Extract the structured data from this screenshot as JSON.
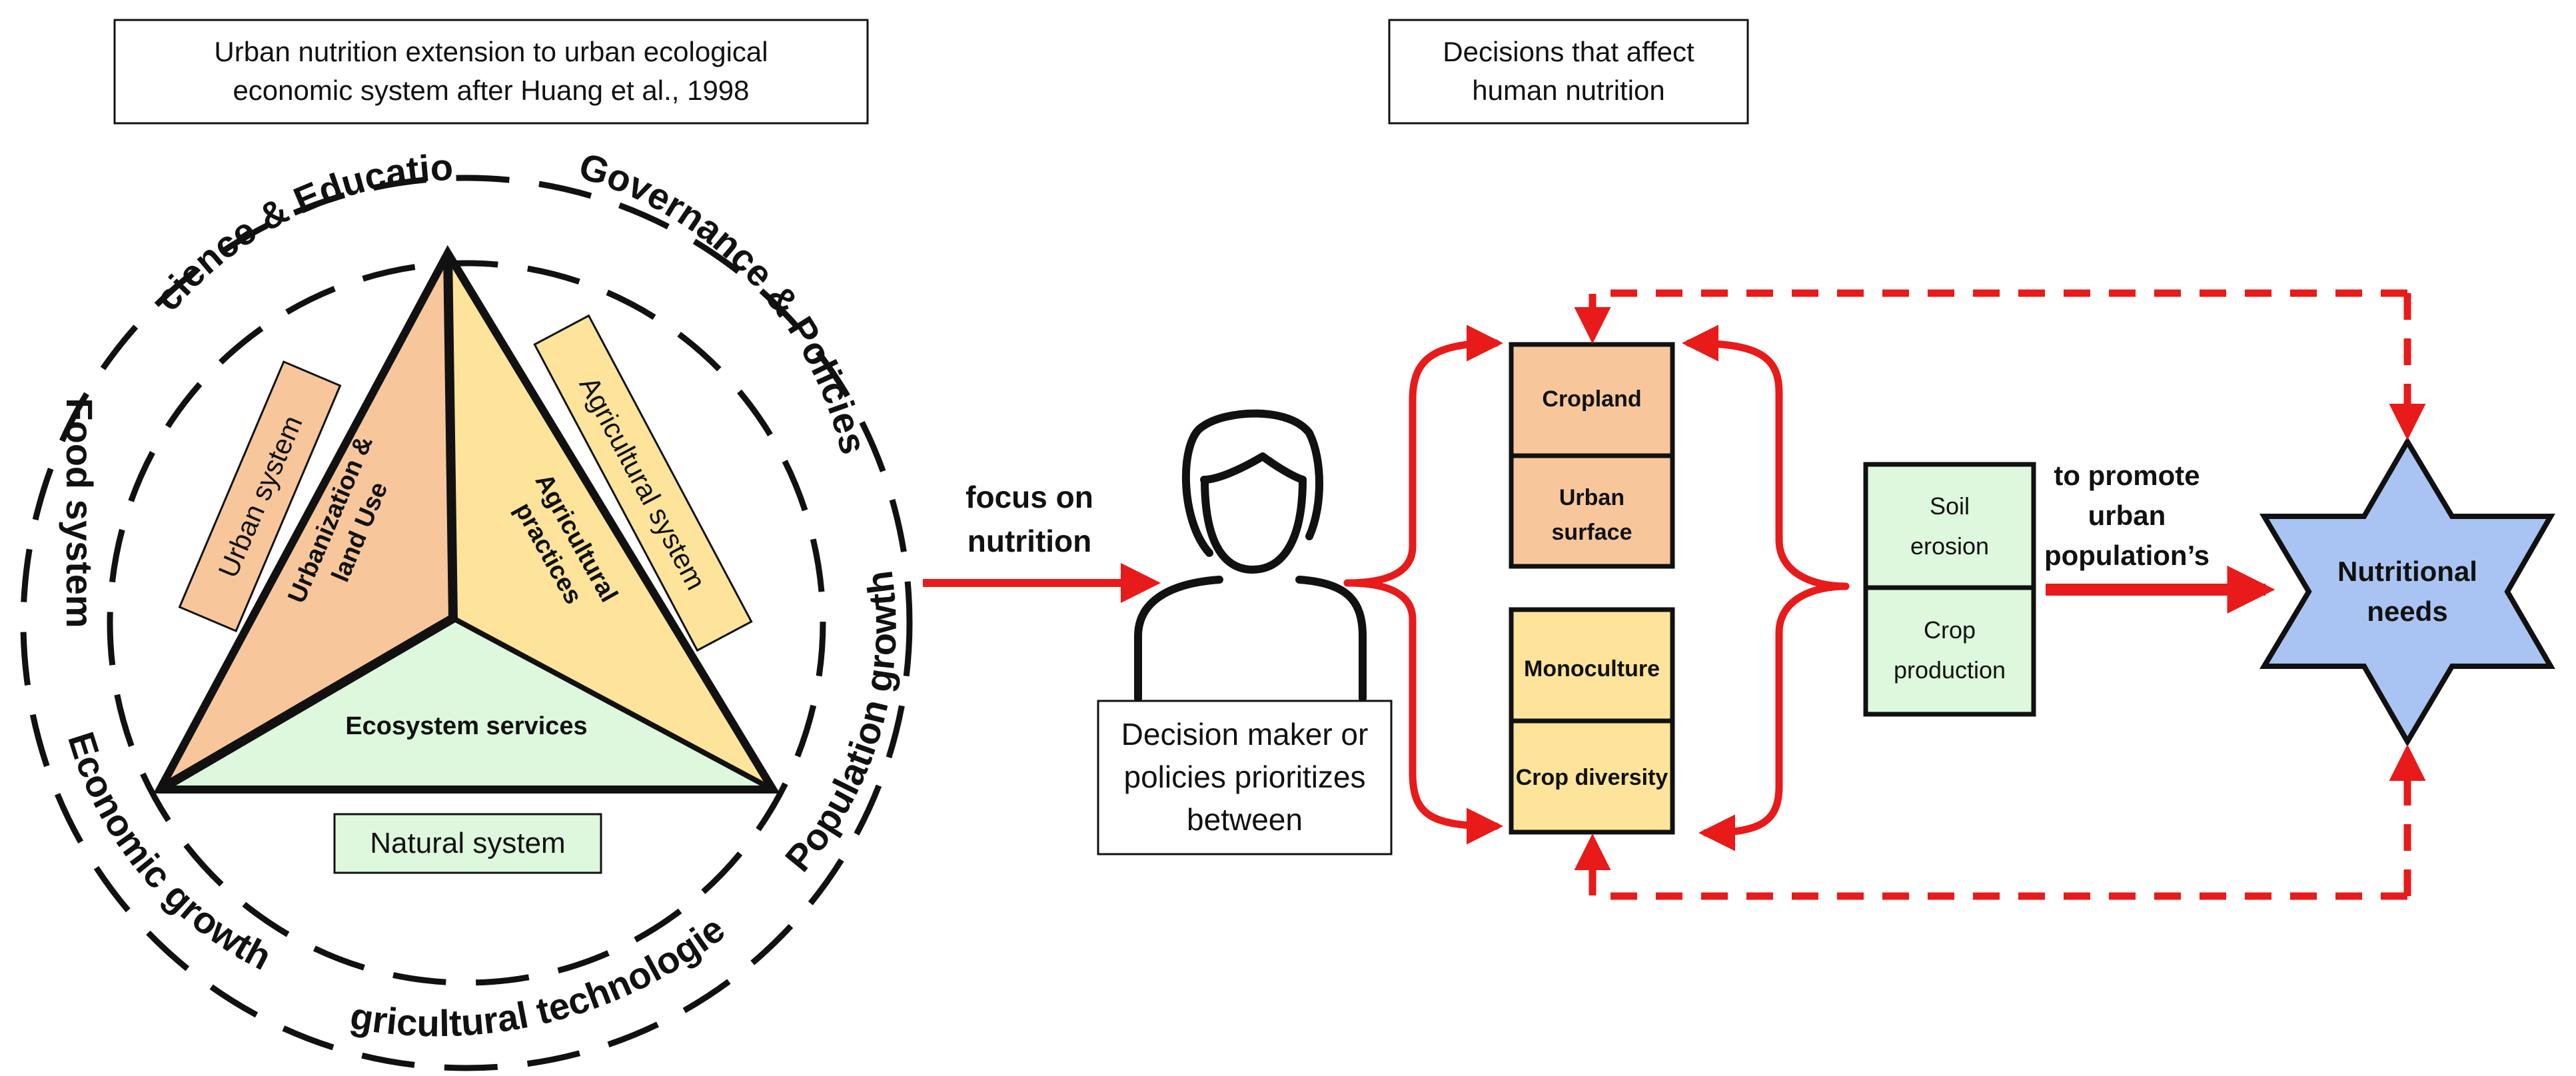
{
  "header_left": {
    "line1": "Urban nutrition extension to urban ecological",
    "line2": "economic system after Huang et al., 1998"
  },
  "header_right": {
    "line1": "Decisions that affect",
    "line2": "human nutrition"
  },
  "ring_labels": {
    "science_education": "Science & Education",
    "governance_policies": "Governance & Policies",
    "food_system": "Food system",
    "population_growth": "Population growth",
    "economic_growth": "Economic growth",
    "agricultural_technologies": "Agricultural technologies"
  },
  "triangle": {
    "urbanization_line1": "Urbanization &",
    "urbanization_line2": "land Use",
    "agri_practices_line1": "Agricultural",
    "agri_practices_line2": "practices",
    "ecosystem_services": "Ecosystem services"
  },
  "system_boxes": {
    "urban_system": "Urban system",
    "agricultural_system": "Agricultural system",
    "natural_system": "Natural system"
  },
  "flow": {
    "focus_line1": "focus on",
    "focus_line2": "nutrition",
    "decision_line1": "Decision maker or",
    "decision_line2": "policies prioritizes",
    "decision_line3": "between",
    "promote_line1": "to promote",
    "promote_line2": "urban",
    "promote_line3": "population’s"
  },
  "options": {
    "cropland": "Cropland",
    "urban_surface_line1": "Urban",
    "urban_surface_line2": "surface",
    "monoculture": "Monoculture",
    "crop_diversity": "Crop diversity"
  },
  "outcomes": {
    "soil_erosion_line1": "Soil",
    "soil_erosion_line2": "erosion",
    "crop_production_line1": "Crop",
    "crop_production_line2": "production"
  },
  "target": {
    "line1": "Nutritional",
    "line2": "needs"
  },
  "colors": {
    "orange": "#f7c79b",
    "yellow": "#fde49a",
    "green": "#ddf8dd",
    "blue": "#a9c4f2",
    "arrow_red": "#e81a1a",
    "outline": "#111111"
  }
}
